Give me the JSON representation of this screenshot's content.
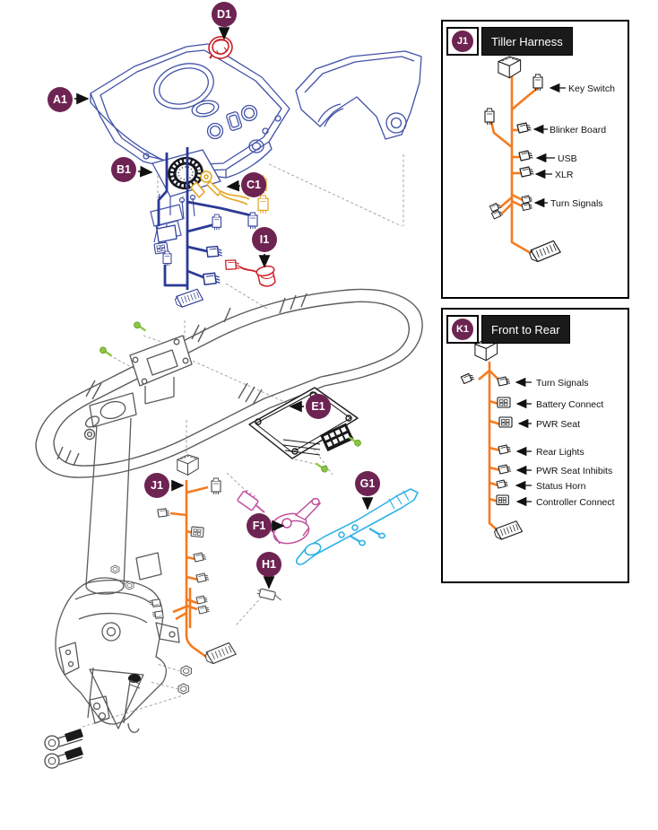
{
  "callouts": {
    "a1": "A1",
    "b1": "B1",
    "c1": "C1",
    "d1": "D1",
    "e1": "E1",
    "f1": "F1",
    "g1": "G1",
    "h1": "H1",
    "i1": "I1",
    "j1": "J1"
  },
  "panels": [
    {
      "id_label": "J1",
      "title": "Tiller Harness",
      "labels": [
        "Key Switch",
        "Blinker Board",
        "USB",
        "XLR",
        "Turn Signals"
      ]
    },
    {
      "id_label": "K1",
      "title": "Front to Rear",
      "labels": [
        "Turn Signals",
        "Battery Connect",
        "PWR Seat",
        "Rear Lights",
        "PWR Seat Inhibits",
        "Status Horn",
        "Controller Connect"
      ]
    }
  ],
  "colors": {
    "callout_badge": "#6E2452",
    "harness_orange": "#F47B20",
    "wiring_blue": "#2B3A94",
    "console_blue": "#4252A8",
    "key_red": "#CC2027",
    "keyswitch_yellow": "#E2A41F",
    "throttle_magenta": "#C0519E",
    "lever_cyan": "#2FB3E7",
    "screw_green": "#8DC63F",
    "frame_gray": "#5B5B5E"
  }
}
